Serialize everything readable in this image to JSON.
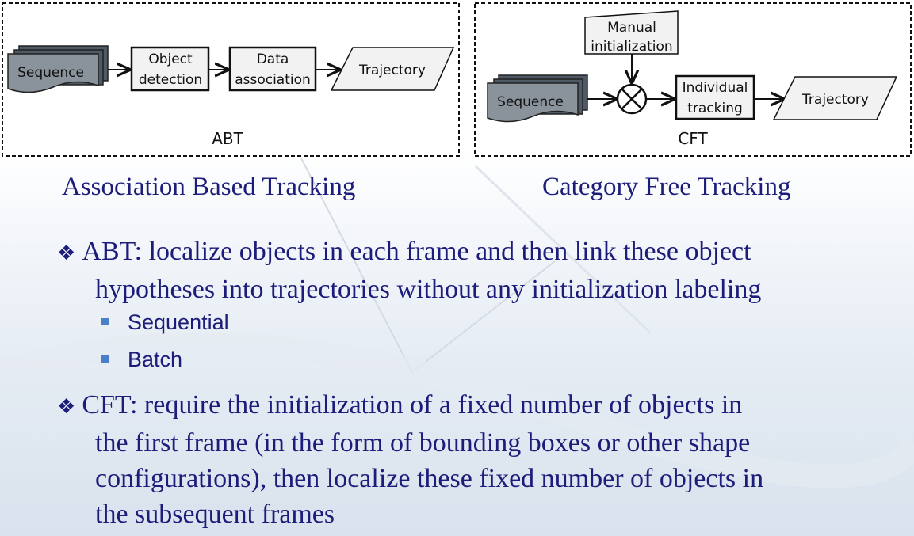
{
  "abt_panel": {
    "sequence": "Sequence",
    "object_detection": [
      "Object",
      "detection"
    ],
    "data_association": [
      "Data",
      "association"
    ],
    "trajectory": "Trajectory",
    "caption": "ABT"
  },
  "cft_panel": {
    "manual_init": [
      "Manual",
      "initialization"
    ],
    "sequence": "Sequence",
    "individual_tracking": [
      "Individual",
      "tracking"
    ],
    "trajectory": "Trajectory",
    "caption": "CFT"
  },
  "captions": {
    "left": "Association Based Tracking",
    "right": "Category Free Tracking"
  },
  "bullets": [
    {
      "lines": [
        "ABT: localize objects in each frame and then link these object",
        "hypotheses into trajectories without any initialization labeling"
      ],
      "subitems": [
        "Sequential",
        "Batch"
      ]
    },
    {
      "lines": [
        "CFT: require the initialization of a fixed number of objects in",
        "the first frame (in the form of bounding boxes or other shape",
        "configurations), then localize these fixed number of objects in",
        "the subsequent frames"
      ]
    }
  ],
  "colors": {
    "text": "#1c1c7a",
    "sub_marker": "#4a7fc8",
    "sequence_fill": "#4f5a66",
    "box_fill": "#f2f2f2"
  }
}
